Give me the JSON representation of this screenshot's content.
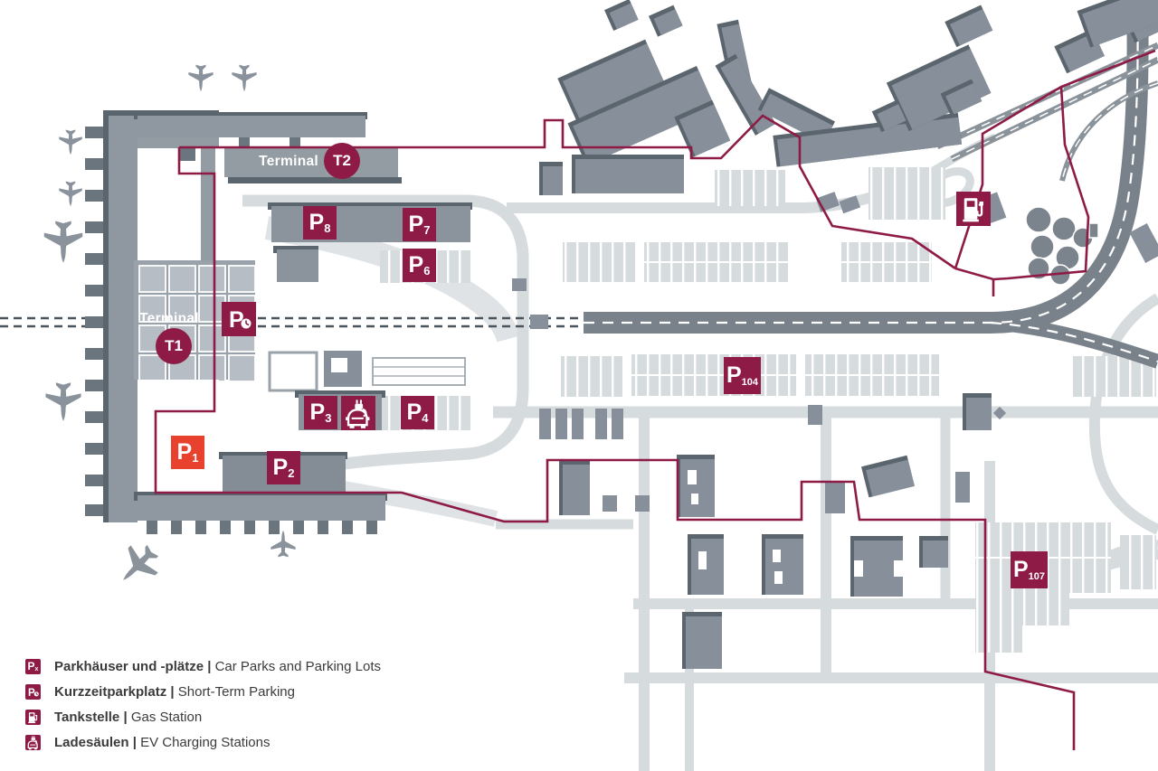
{
  "map": {
    "terminals": [
      {
        "name": "Terminal",
        "code": "T1"
      },
      {
        "name": "Terminal",
        "code": "T2"
      }
    ],
    "parking_markers": [
      {
        "label": "P",
        "sub": "1",
        "highlight": true
      },
      {
        "label": "P",
        "sub": "2"
      },
      {
        "label": "P",
        "sub": "3"
      },
      {
        "label": "P",
        "sub": "4"
      },
      {
        "label": "P",
        "sub": "6"
      },
      {
        "label": "P",
        "sub": "7"
      },
      {
        "label": "P",
        "sub": "8"
      },
      {
        "label": "P",
        "sub": "104"
      },
      {
        "label": "P",
        "sub": "107"
      }
    ],
    "short_term_marker": {
      "label": "P"
    }
  },
  "legend": {
    "separator": "|",
    "items": [
      {
        "icon": "parking-square-icon",
        "icon_label": "P",
        "icon_sub": "x",
        "de": "Parkhäuser und -plätze",
        "en": "Car Parks and Parking Lots"
      },
      {
        "icon": "short-term-parking-icon",
        "icon_label": "P",
        "de": "Kurzzeitparkplatz",
        "en": "Short-Term Parking"
      },
      {
        "icon": "gas-station-icon",
        "de": "Tankstelle",
        "en": "Gas Station"
      },
      {
        "icon": "ev-charging-icon",
        "de": "Ladesäulen",
        "en": "EV Charging Stations"
      }
    ]
  },
  "colors": {
    "maroon": "#8E1B45",
    "highlight_red": "#E8412D",
    "building_gray": "#87909A",
    "road_gray": "#D6DBDE",
    "rail_gray": "#79828B"
  }
}
